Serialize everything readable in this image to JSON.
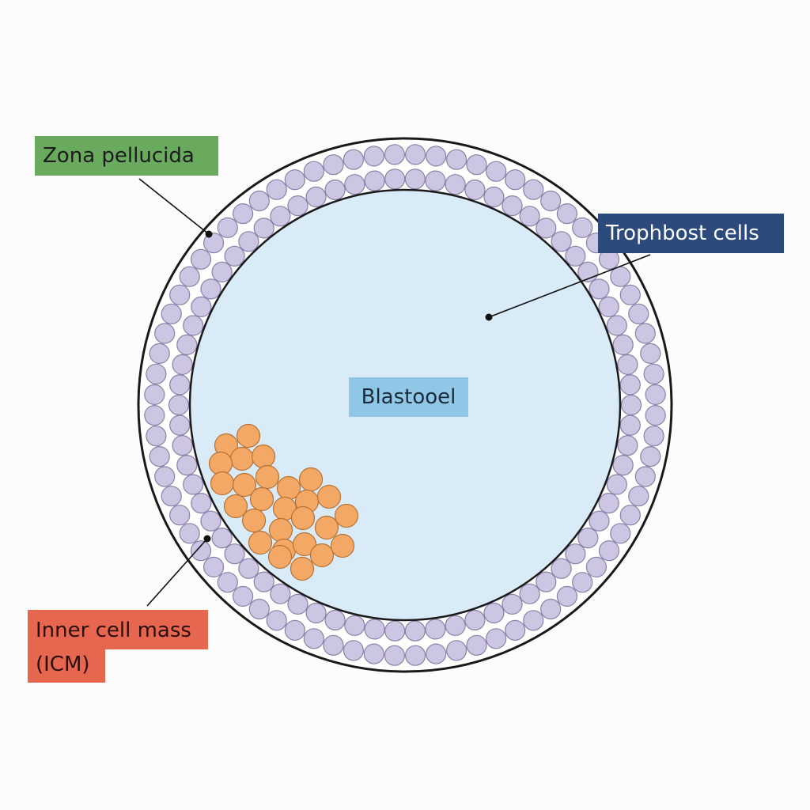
{
  "labels": {
    "zona_pellucida": "Zona pellucida",
    "trophoblast": "Trophbost cells",
    "blastocoel": "Blastooel",
    "icm_line1": "Inner cell mass",
    "icm_line2": "(ICM)"
  },
  "colors": {
    "zona_label_bg": "#6aaa5e",
    "zona_label_text": "#1b1b1b",
    "tropho_label_bg": "#2c4a7c",
    "tropho_label_text": "#ffffff",
    "blasto_label_bg": "#90c7e6",
    "blasto_label_text": "#1b2b3b",
    "icm_label_bg": "#e76650",
    "icm_label_text": "#2a0e08",
    "zona_fill": "#ffffff",
    "zona_stroke": "#1a1a1a",
    "tropho_cell_fill": "#cdc6e2",
    "tropho_cell_stroke": "#8a80a8",
    "blastocoel_fill": "#d9ebf6",
    "icm_cell_fill": "#f4a865",
    "icm_cell_stroke": "#b57235",
    "leader_line": "#111111"
  }
}
